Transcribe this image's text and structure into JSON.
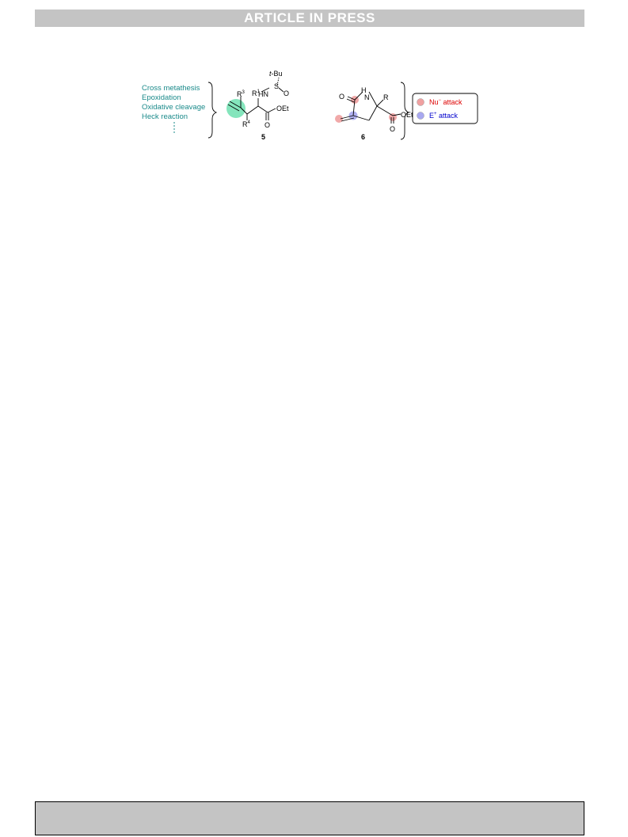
{
  "banner": {
    "text": "ARTICLE IN PRESS"
  },
  "scheme": {
    "reactions": [
      "Cross metathesis",
      "Epoxidation",
      "Oxidative cleavage",
      "Heck reaction"
    ],
    "compound5": {
      "label": "5",
      "tbu_prefix": "t",
      "tbu_suffix": "-Bu",
      "s_label": "S",
      "o_label": "O",
      "hn_label": "HN",
      "r1": "R",
      "r1_sup": "1",
      "r3": "R",
      "r3_sup": "3",
      "r4": "R",
      "r4_sup": "4",
      "ester_o": "O",
      "oet": "OEt"
    },
    "compound6": {
      "label": "6",
      "o_label": "O",
      "nh_h": "H",
      "nh_n": "N",
      "r": "R",
      "ester_o": "O",
      "oet": "OEt"
    },
    "legend": {
      "nu_text": "Nu",
      "nu_sup": "−",
      "nu_suffix": " attack",
      "e_text": "E",
      "e_sup": "+",
      "e_suffix": " attack"
    },
    "colors": {
      "reaction_text": "#1a8a8a",
      "nu": "#dd0000",
      "e": "#0000cc",
      "highlight_green": "#6fe0b0",
      "highlight_red": "#f0a0a0",
      "highlight_blue": "#a8a8f0"
    }
  }
}
